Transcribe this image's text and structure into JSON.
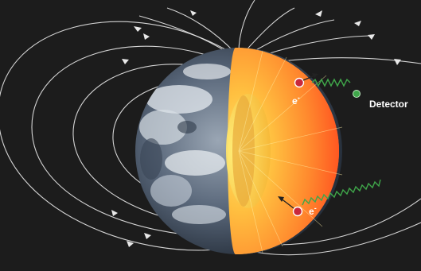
{
  "labels": {
    "electron_top": "e",
    "electron_bottom": "e",
    "charge": "-",
    "detector": "Detector"
  },
  "colors": {
    "background": "#1c1c1c",
    "field_lines": "#e8e8e8",
    "interior_outer": "#ff5a22",
    "interior_core": "#ffd24a",
    "wave": "#3fa64a",
    "detector_dot": "#3fa64a",
    "electron_fill": "#c8283c"
  },
  "icons": [
    "earth-globe",
    "earth-interior-cutaway",
    "electron",
    "detector-dot",
    "field-arrow"
  ]
}
